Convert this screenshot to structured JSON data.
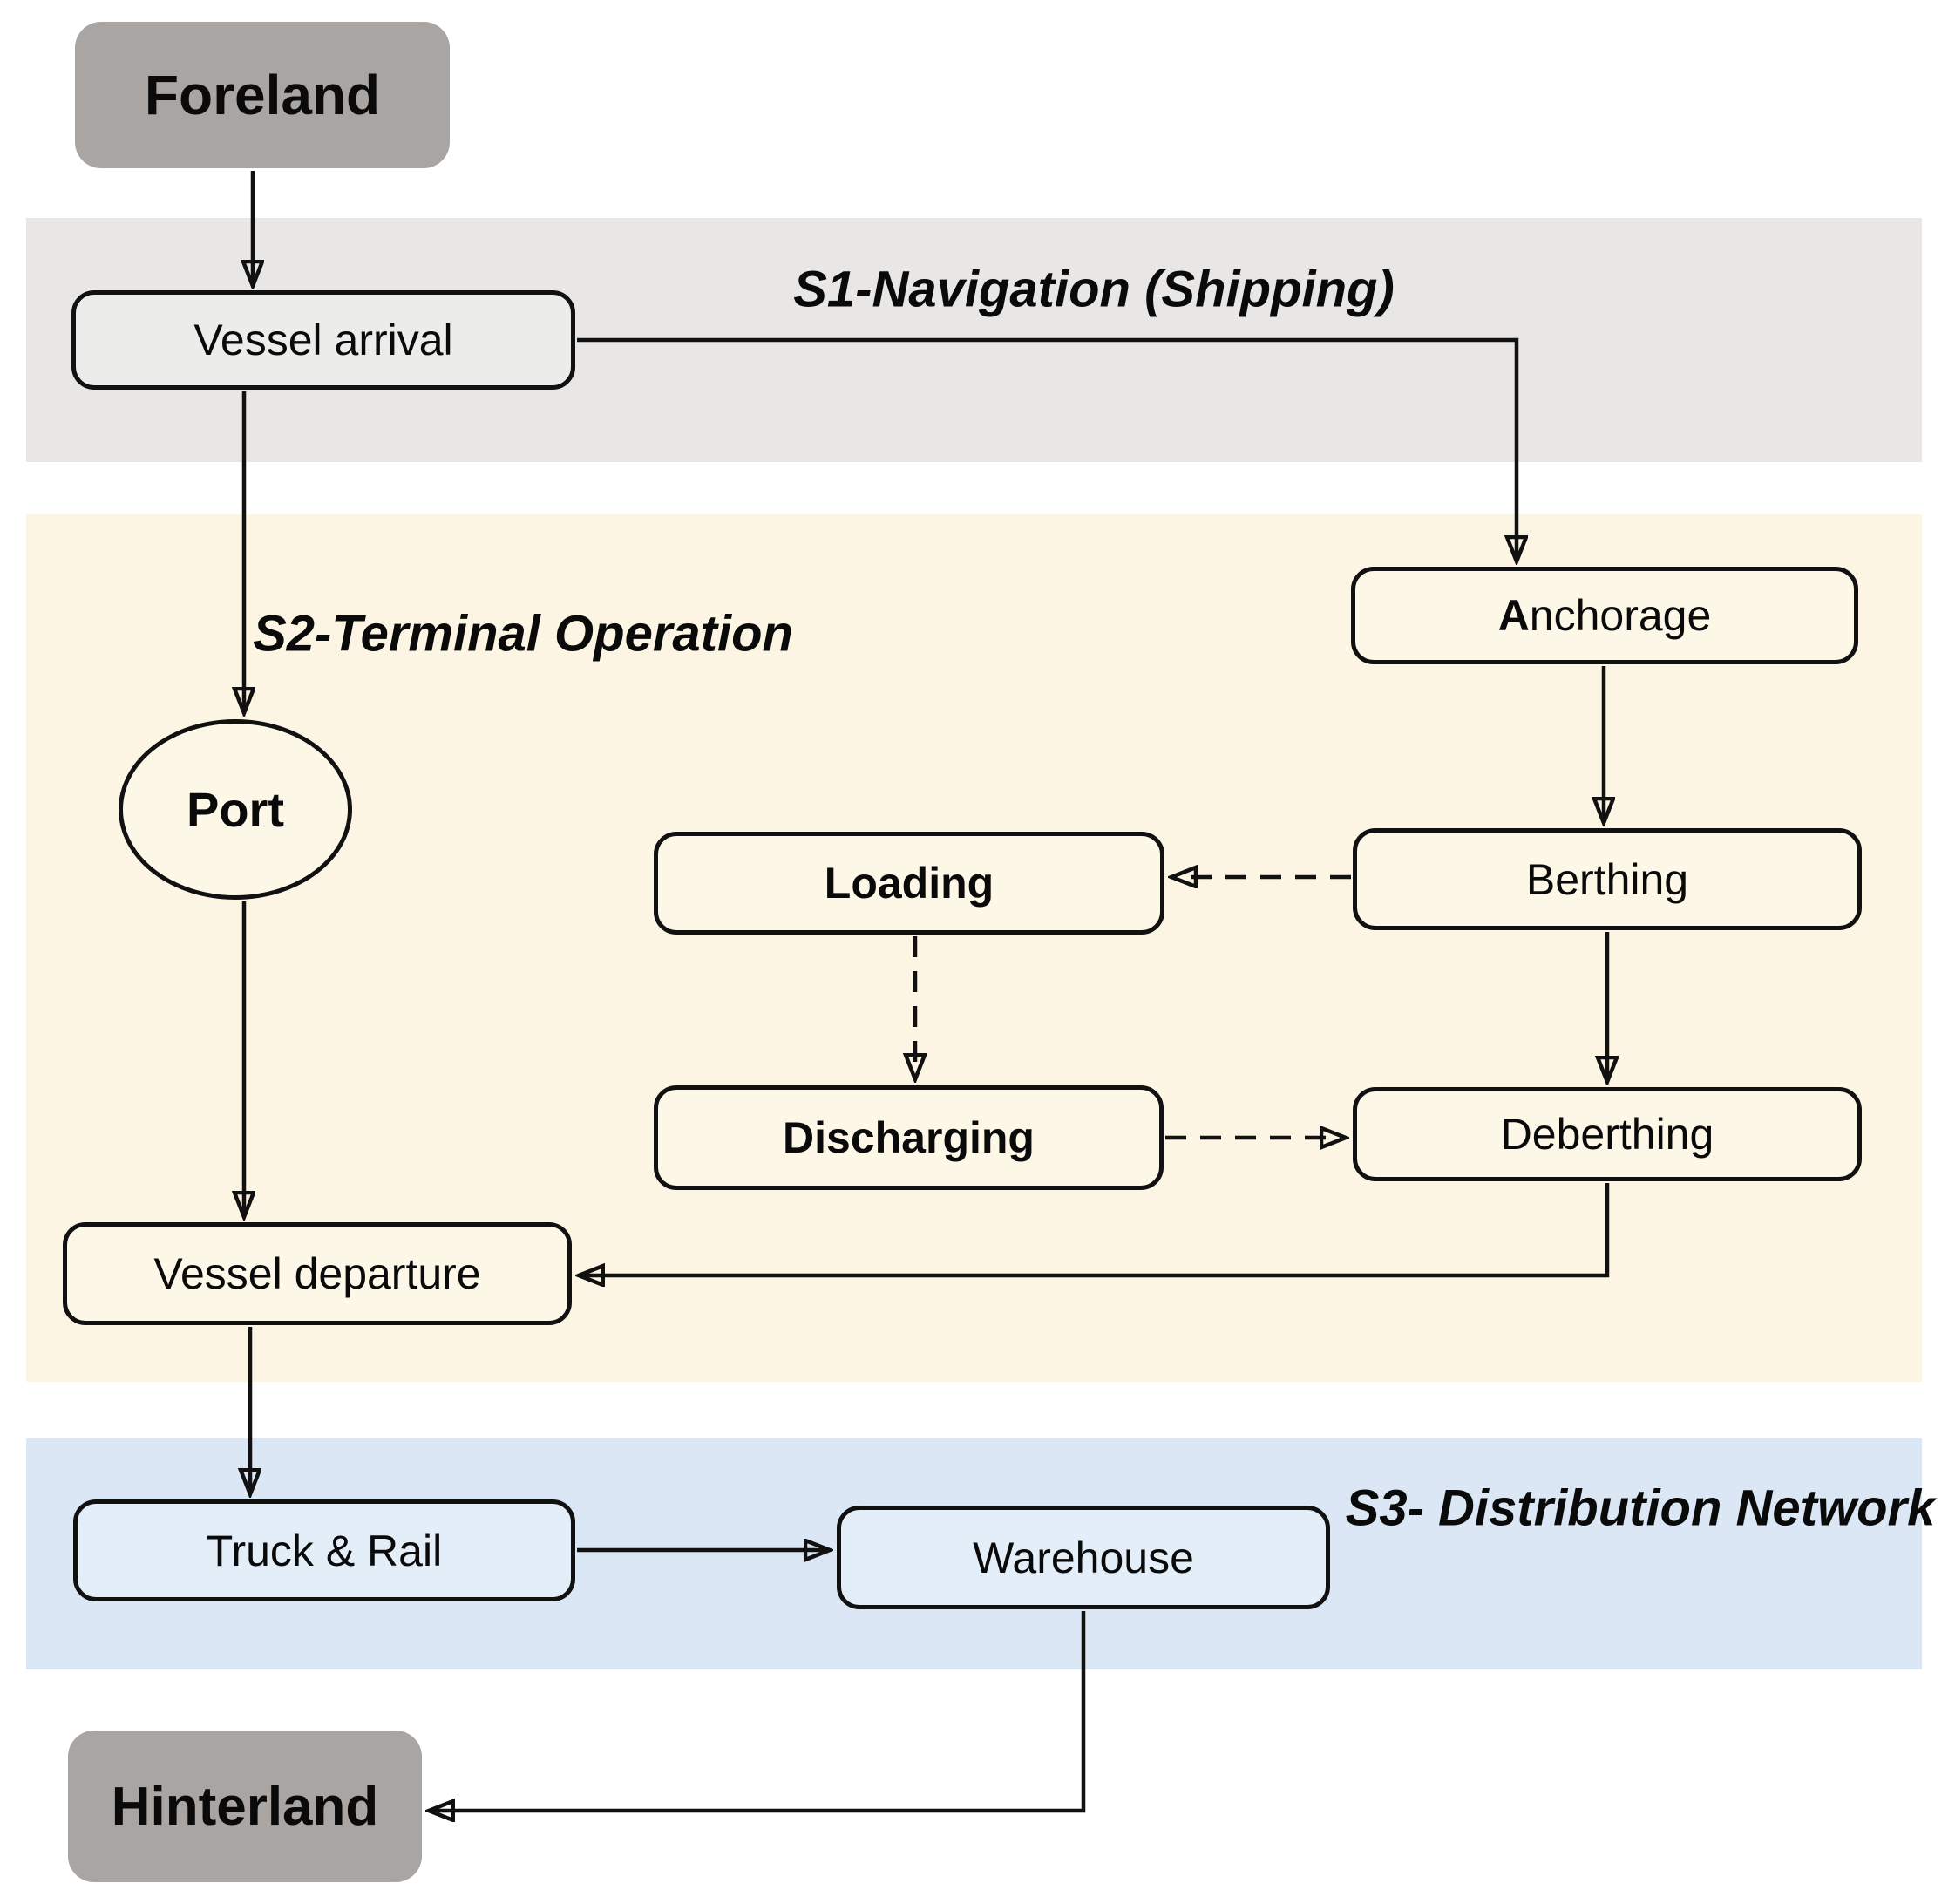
{
  "diagram": {
    "stages": [
      {
        "id": "s1",
        "title": "S1-Navigation (Shipping)"
      },
      {
        "id": "s2",
        "title": "S2-Terminal Operation"
      },
      {
        "id": "s3",
        "title": "S3- Distribution Network"
      }
    ],
    "nodes": {
      "foreland": {
        "label": "Foreland"
      },
      "vessel_arrival": {
        "label": "Vessel arrival"
      },
      "anchorage": {
        "label_bold": "A",
        "label_rest": "nchorage"
      },
      "port": {
        "label": "Port"
      },
      "loading": {
        "label": "Loading"
      },
      "berthing": {
        "label": "Berthing"
      },
      "discharging": {
        "label": "Discharging"
      },
      "deberthing": {
        "label": "Deberthing"
      },
      "vessel_departure": {
        "label": "Vessel departure"
      },
      "truck_rail": {
        "label": "Truck & Rail"
      },
      "warehouse": {
        "label": "Warehouse"
      },
      "hinterland": {
        "label": "Hinterland"
      }
    },
    "flows": [
      "Foreland -> Vessel arrival",
      "Vessel arrival -> Anchorage",
      "Vessel arrival -> Port",
      "Anchorage -> Berthing",
      "Berthing -> Loading (dashed)",
      "Loading -> Discharging (dashed)",
      "Discharging -> Deberthing (dashed)",
      "Berthing -> Deberthing",
      "Deberthing -> Vessel departure",
      "Port -> Vessel departure",
      "Vessel departure -> Truck & Rail",
      "Truck & Rail -> Warehouse",
      "Warehouse -> Hinterland"
    ],
    "colors": {
      "band_s1": "#e8e7e6",
      "band_s2": "#fcf5e3",
      "band_s3": "#dbe7f4",
      "endpoint_fill": "#a9a5a2",
      "gray_fill": "#ececea",
      "cream_fill": "#fdf7e7",
      "blue_fill": "#e4eef8",
      "node_border": "#111111",
      "arrow": "#111111"
    }
  }
}
